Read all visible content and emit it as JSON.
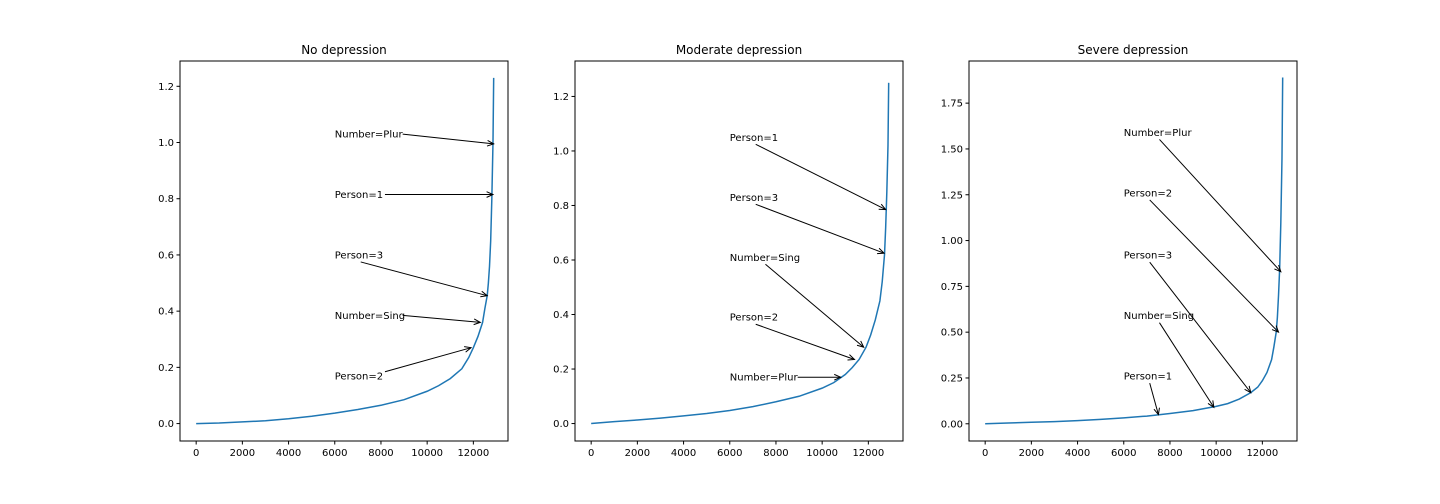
{
  "chart_data": [
    {
      "type": "line",
      "title": "No depression",
      "xlabel": "",
      "ylabel": "",
      "xlim": [
        -700,
        13500
      ],
      "ylim": [
        -0.062,
        1.29
      ],
      "x_ticks": [
        0,
        2000,
        4000,
        6000,
        8000,
        10000,
        12000
      ],
      "x_tick_labels": [
        "0",
        "2000",
        "4000",
        "6000",
        "8000",
        "10000",
        "12000"
      ],
      "y_ticks": [
        0.0,
        0.2,
        0.4,
        0.6,
        0.8,
        1.0,
        1.2
      ],
      "y_tick_labels": [
        "0.0",
        "0.2",
        "0.4",
        "0.6",
        "0.8",
        "1.0",
        "1.2"
      ],
      "series": [
        {
          "x": [
            0,
            1000,
            2000,
            3000,
            4000,
            5000,
            6000,
            7000,
            8000,
            9000,
            10000,
            10500,
            11000,
            11500,
            11800,
            12000,
            12200,
            12400,
            12500,
            12600,
            12650,
            12700,
            12750,
            12800,
            12850,
            12880
          ],
          "y": [
            0.0,
            0.002,
            0.006,
            0.01,
            0.017,
            0.026,
            0.037,
            0.05,
            0.065,
            0.085,
            0.115,
            0.135,
            0.16,
            0.195,
            0.235,
            0.27,
            0.31,
            0.36,
            0.41,
            0.455,
            0.5,
            0.56,
            0.65,
            0.8,
            1.0,
            1.23
          ]
        }
      ],
      "annotations": [
        {
          "text": "Number=Plur",
          "text_x": 6000,
          "text_y": 1.03,
          "point_x": 12880,
          "point_y": 0.995
        },
        {
          "text": "Person=1",
          "text_x": 6000,
          "text_y": 0.815,
          "point_x": 12850,
          "point_y": 0.815
        },
        {
          "text": "Person=3",
          "text_x": 6000,
          "text_y": 0.6,
          "point_x": 12600,
          "point_y": 0.455
        },
        {
          "text": "Number=Sing",
          "text_x": 6000,
          "text_y": 0.385,
          "point_x": 12300,
          "point_y": 0.36
        },
        {
          "text": "Person=2",
          "text_x": 6000,
          "text_y": 0.17,
          "point_x": 11900,
          "point_y": 0.27
        }
      ]
    },
    {
      "type": "line",
      "title": "Moderate depression",
      "xlabel": "",
      "ylabel": "",
      "xlim": [
        -700,
        13500
      ],
      "ylim": [
        -0.064,
        1.33
      ],
      "x_ticks": [
        0,
        2000,
        4000,
        6000,
        8000,
        10000,
        12000
      ],
      "x_tick_labels": [
        "0",
        "2000",
        "4000",
        "6000",
        "8000",
        "10000",
        "12000"
      ],
      "y_ticks": [
        0.0,
        0.2,
        0.4,
        0.6,
        0.8,
        1.0,
        1.2
      ],
      "y_tick_labels": [
        "0.0",
        "0.2",
        "0.4",
        "0.6",
        "0.8",
        "1.0",
        "1.2"
      ],
      "series": [
        {
          "x": [
            0,
            1000,
            2000,
            3000,
            4000,
            5000,
            6000,
            7000,
            8000,
            9000,
            10000,
            10500,
            11000,
            11300,
            11600,
            11900,
            12100,
            12300,
            12500,
            12600,
            12700,
            12750,
            12800,
            12850,
            12880
          ],
          "y": [
            0.0,
            0.007,
            0.013,
            0.02,
            0.028,
            0.037,
            0.048,
            0.062,
            0.08,
            0.1,
            0.13,
            0.15,
            0.18,
            0.205,
            0.235,
            0.28,
            0.325,
            0.38,
            0.45,
            0.52,
            0.62,
            0.72,
            0.85,
            1.02,
            1.25
          ]
        }
      ],
      "annotations": [
        {
          "text": "Person=1",
          "text_x": 6000,
          "text_y": 1.05,
          "point_x": 12750,
          "point_y": 0.785
        },
        {
          "text": "Person=3",
          "text_x": 6000,
          "text_y": 0.83,
          "point_x": 12680,
          "point_y": 0.625
        },
        {
          "text": "Number=Sing",
          "text_x": 6000,
          "text_y": 0.61,
          "point_x": 11800,
          "point_y": 0.28
        },
        {
          "text": "Person=2",
          "text_x": 6000,
          "text_y": 0.39,
          "point_x": 11400,
          "point_y": 0.235
        },
        {
          "text": "Number=Plur",
          "text_x": 6000,
          "text_y": 0.17,
          "point_x": 10800,
          "point_y": 0.17
        }
      ]
    },
    {
      "type": "line",
      "title": "Severe depression",
      "xlabel": "",
      "ylabel": "",
      "xlim": [
        -700,
        13500
      ],
      "ylim": [
        -0.094,
        1.98
      ],
      "x_ticks": [
        0,
        2000,
        4000,
        6000,
        8000,
        10000,
        12000
      ],
      "x_tick_labels": [
        "0",
        "2000",
        "4000",
        "6000",
        "8000",
        "10000",
        "12000"
      ],
      "y_ticks": [
        0.0,
        0.25,
        0.5,
        0.75,
        1.0,
        1.25,
        1.5,
        1.75
      ],
      "y_tick_labels": [
        "0.00",
        "0.25",
        "0.50",
        "0.75",
        "1.00",
        "1.25",
        "1.50",
        "1.75"
      ],
      "series": [
        {
          "x": [
            0,
            1000,
            2000,
            3000,
            4000,
            5000,
            6000,
            7000,
            8000,
            9000,
            10000,
            10500,
            11000,
            11500,
            11800,
            12000,
            12200,
            12400,
            12500,
            12600,
            12650,
            12700,
            12750,
            12800,
            12850,
            12880
          ],
          "y": [
            0.0,
            0.004,
            0.008,
            0.012,
            0.017,
            0.024,
            0.032,
            0.042,
            0.056,
            0.072,
            0.095,
            0.11,
            0.135,
            0.17,
            0.2,
            0.235,
            0.28,
            0.35,
            0.42,
            0.5,
            0.58,
            0.7,
            0.85,
            1.1,
            1.45,
            1.89
          ]
        }
      ],
      "annotations": [
        {
          "text": "Number=Plur",
          "text_x": 6000,
          "text_y": 1.59,
          "point_x": 12800,
          "point_y": 0.83
        },
        {
          "text": "Person=2",
          "text_x": 6000,
          "text_y": 1.26,
          "point_x": 12700,
          "point_y": 0.5
        },
        {
          "text": "Person=3",
          "text_x": 6000,
          "text_y": 0.92,
          "point_x": 11500,
          "point_y": 0.17
        },
        {
          "text": "Number=Sing",
          "text_x": 6000,
          "text_y": 0.59,
          "point_x": 9900,
          "point_y": 0.09
        },
        {
          "text": "Person=1",
          "text_x": 6000,
          "text_y": 0.26,
          "point_x": 7500,
          "point_y": 0.05
        }
      ]
    }
  ]
}
